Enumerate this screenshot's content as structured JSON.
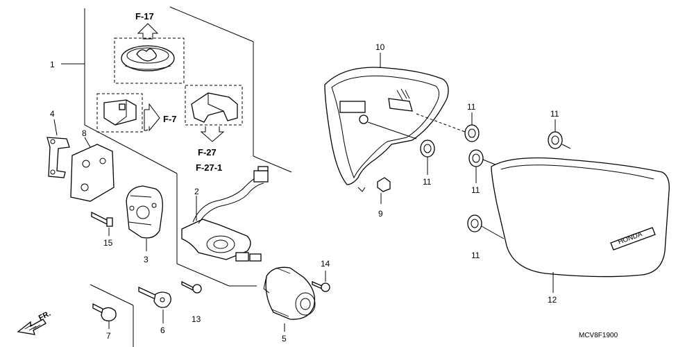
{
  "diagram_code": "MCV8F1900",
  "direction_label": "FR.",
  "cross_refs": {
    "top": "F-17",
    "side": "F-7",
    "bottom": [
      "F-27",
      "F-27-1"
    ]
  },
  "callouts": {
    "c1": "1",
    "c2": "2",
    "c3": "3",
    "c4": "4",
    "c5": "5",
    "c6": "6",
    "c7": "7",
    "c8": "8",
    "c9": "9",
    "c10": "10",
    "c11a": "11",
    "c11b": "11",
    "c11c": "11",
    "c11d": "11",
    "c11e": "11",
    "c12": "12",
    "c13": "13",
    "c14": "14",
    "c15": "15"
  },
  "emblem_text": "HONDA"
}
